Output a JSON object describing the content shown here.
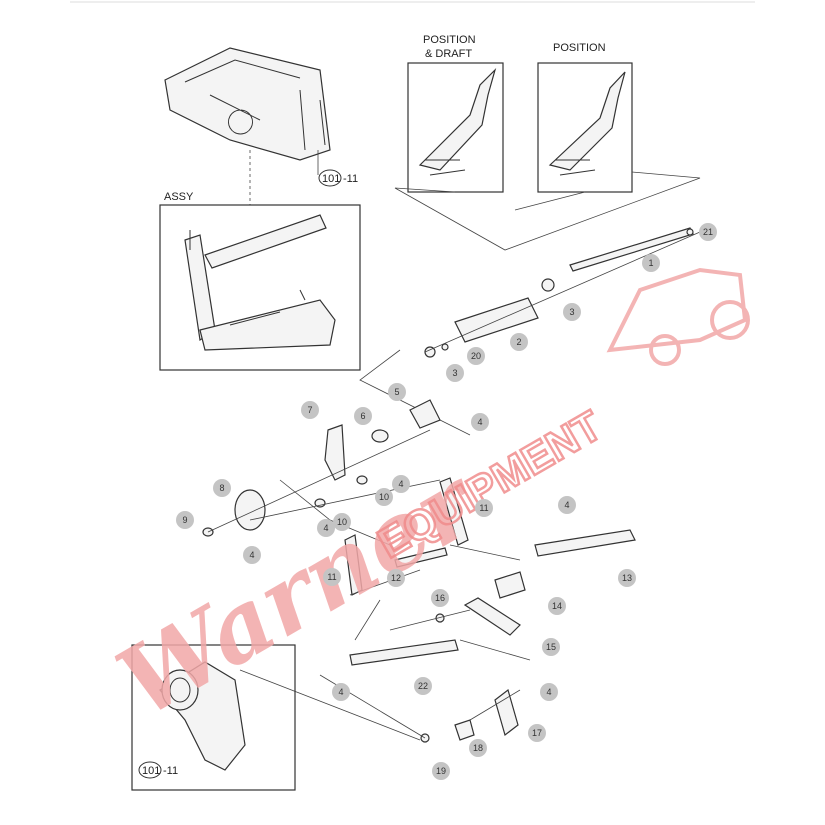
{
  "diagram": {
    "insets": {
      "position_draft_label_line1": "POSITION",
      "position_draft_label_line2": "& DRAFT",
      "position_label": "POSITION",
      "assy_label": "ASSY",
      "ref_top": "101",
      "ref_top_suffix": "-11",
      "ref_bottom": "101",
      "ref_bottom_suffix": "-11"
    },
    "callouts": [
      "1",
      "21",
      "3",
      "2",
      "20",
      "3",
      "5",
      "6",
      "7",
      "4",
      "4",
      "10",
      "10",
      "4",
      "8",
      "9",
      "4",
      "11",
      "4",
      "13",
      "11",
      "12",
      "14",
      "16",
      "15",
      "22",
      "4",
      "4",
      "17",
      "18",
      "19"
    ],
    "watermark": {
      "script": "Warner",
      "stamp": "EQUIPMENT",
      "color": "#f08c8c"
    }
  }
}
